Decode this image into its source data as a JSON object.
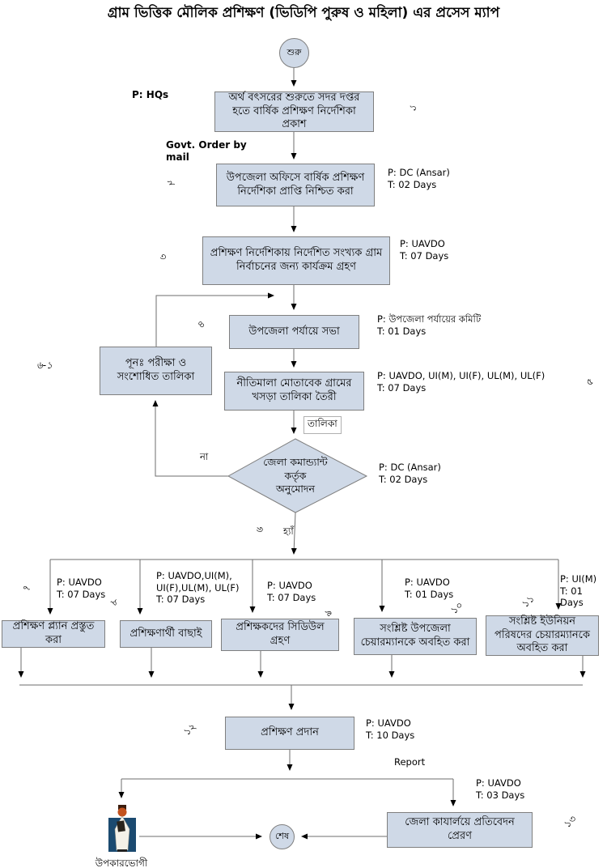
{
  "title": "গ্রাম ভিত্তিক মৌলিক প্রশিক্ষণ (ভিডিপি পুরুষ ও মহিলা) এর প্রসেস ম্যাপ",
  "colors": {
    "node_fill": "#cfd9e7",
    "node_border": "#7f7f7f",
    "line": "#6e6e6e",
    "arrowhead": "#000000",
    "person_background": "#1b4a70"
  },
  "nodes": {
    "start": {
      "label": "শুরু"
    },
    "s1": {
      "label": "অর্থ বৎসরের শুরুতে সদর দপ্তর হতে বার্ষিক প্রশিক্ষণ নির্দেশিকা প্রকাশ",
      "num": "১"
    },
    "s2": {
      "label": "উপজেলা অফিসে বার্ষিক প্রশিক্ষণ নির্দেশিকা প্রাপ্তি নিশ্চিত করা",
      "num": "২"
    },
    "s3": {
      "label": "প্রশিক্ষণ নির্দেশিকায় নির্দেশিত সংখ্যক গ্রাম নির্বাচনের জন্য কার্যক্রম গ্রহণ",
      "num": "৩"
    },
    "s4": {
      "label": "উপজেলা পর্যায়ে  সভা",
      "num": "৪"
    },
    "s5": {
      "label": "নীতিমালা মোতাবেক গ্রামের খসড়া তালিকা তৈরী",
      "num": "৫"
    },
    "s6_1": {
      "label": "পূনঃ পরীক্ষা ও সংশোধিত তালিকা",
      "num": "৬-১"
    },
    "decision": {
      "label": "জেলা কমান্ড্যান্ট\nকর্তৃক\nঅনুমোদন",
      "num": "৬"
    },
    "s7": {
      "label": "প্রশিক্ষণ প্ল্যান প্রস্তুত করা",
      "num": "৭"
    },
    "s8": {
      "label": "প্রশিক্ষণার্থী বাছাই",
      "num": "৮"
    },
    "s9": {
      "label": "প্রশিক্ষকদের সিডিউল গ্রহণ",
      "num": "৯"
    },
    "s10": {
      "label": "সংশ্লিষ্ট উপজেলা চেয়ারম্যানকে অবহিত করা",
      "num": "১০"
    },
    "s11": {
      "label": "সংশ্লিষ্ট ইউনিয়ন পরিষদের চেয়ারম্যানকে অবহিত করা",
      "num": "১১"
    },
    "s12": {
      "label": "প্রশিক্ষণ প্রদান",
      "num": "১২"
    },
    "s13": {
      "label": "জেলা কাযার্লয়ে প্রতিবেদন প্রেরণ",
      "num": "১৩"
    },
    "end": {
      "label": "শেষ"
    },
    "beneficiary": {
      "label": "উপকারভোগী"
    }
  },
  "annotations": {
    "a1": "P: HQs",
    "govt_order": "Govt. Order by\nmail",
    "a2": "P: DC (Ansar)\nT: 02 Days",
    "a3": "P: UAVDO\nT: 07 Days",
    "a4": "P: উপজেলা পর্যায়ের কমিটি\nT: 01 Days",
    "a5": "P: UAVDO, UI(M), UI(F), UL(M), UL(F)\nT: 07 Days",
    "a_decision": "P: DC (Ansar)\nT: 02 Days",
    "a7": "P: UAVDO\nT: 07 Days",
    "a8": "P:   UAVDO,UI(M),\nUI(F),UL(M), UL(F)\nT: 07 Days",
    "a9": "P: UAVDO\nT: 07 Days",
    "a10": "P: UAVDO\nT: 01 Days",
    "a11": "P: UI(M)\nT: 01 Days",
    "a12": "P: UAVDO\nT: 10 Days",
    "a13": "P: UAVDO\nT: 03 Days"
  },
  "edge_labels": {
    "talika": "তালিকা",
    "no": "না",
    "yes": "হ্যাঁ",
    "report": "Report"
  }
}
